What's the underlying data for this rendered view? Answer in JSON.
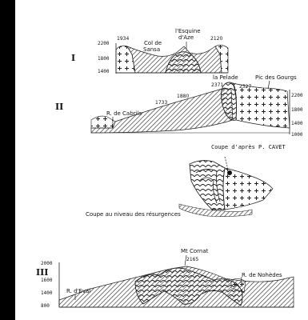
{
  "figure": {
    "caption_cavet": "Coupe d'après P. CAVET",
    "caption_resurgences": "Coupe au niveau des résurgences",
    "sections": [
      {
        "numeral": "I",
        "axis_ticks": [
          "2200",
          "1800",
          "1400"
        ],
        "labels": {
          "alt_1934": "1934",
          "col_name_1": "Col de",
          "col_name_2": "Sansa",
          "peak_name_1": "l'Esquine",
          "peak_name_2": "d'Aze",
          "alt_2120": "2120"
        }
      },
      {
        "numeral": "II",
        "axis_ticks": [
          "2200",
          "1800",
          "1400",
          "1000"
        ],
        "labels": {
          "river": "R. de Cabrils",
          "alt_1733": "1733",
          "alt_1880": "1880",
          "peak_pelade": "la Pelade",
          "alt_2371": "2371",
          "alt_2327": "2327",
          "peak_gourgs": "Pic des Gourgs"
        }
      },
      {
        "numeral": "III",
        "axis_ticks": [
          "2000",
          "1600",
          "1400",
          "800"
        ],
        "labels": {
          "river_eval": "R. d'Eval",
          "peak_cornat": "Mt Cornat",
          "alt_2165": "2165",
          "river_nohedes": "R. de Nohèdes"
        }
      }
    ]
  }
}
